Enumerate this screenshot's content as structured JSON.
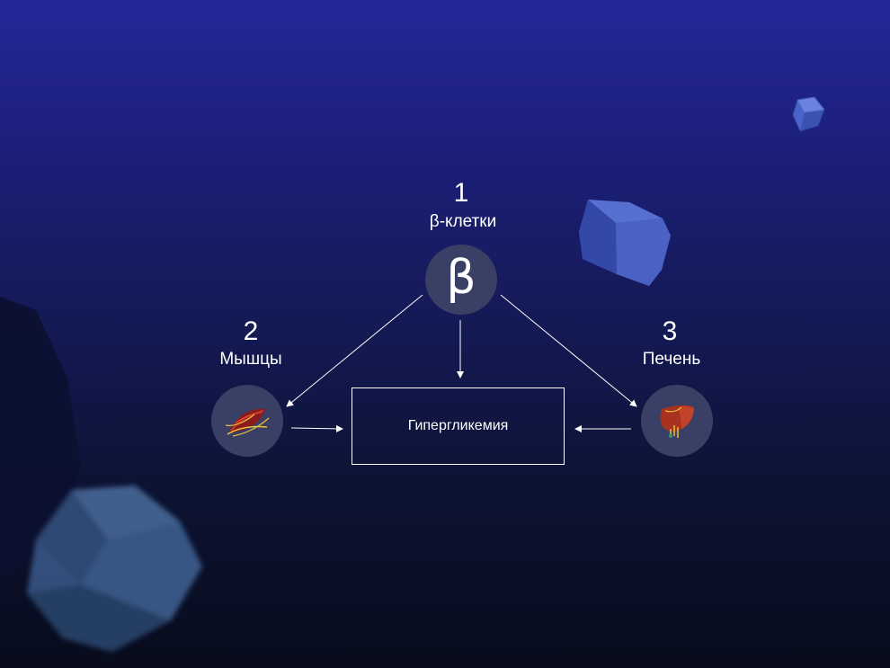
{
  "nodes": [
    {
      "id": "beta-cells",
      "number": "1",
      "label": "β-клетки",
      "icon_text": "β",
      "icon": "beta-symbol-icon"
    },
    {
      "id": "muscles",
      "number": "2",
      "label": "Мышцы",
      "icon": "muscle-icon"
    },
    {
      "id": "liver",
      "number": "3",
      "label": "Печень",
      "icon": "liver-icon"
    }
  ],
  "center": {
    "label": "Гипергликемия"
  },
  "colors": {
    "background_top": "#24279a",
    "background_bottom": "#080c1c",
    "circle": "#3a3f66",
    "crystal": "#3f56b8",
    "line": "#ffffff"
  }
}
